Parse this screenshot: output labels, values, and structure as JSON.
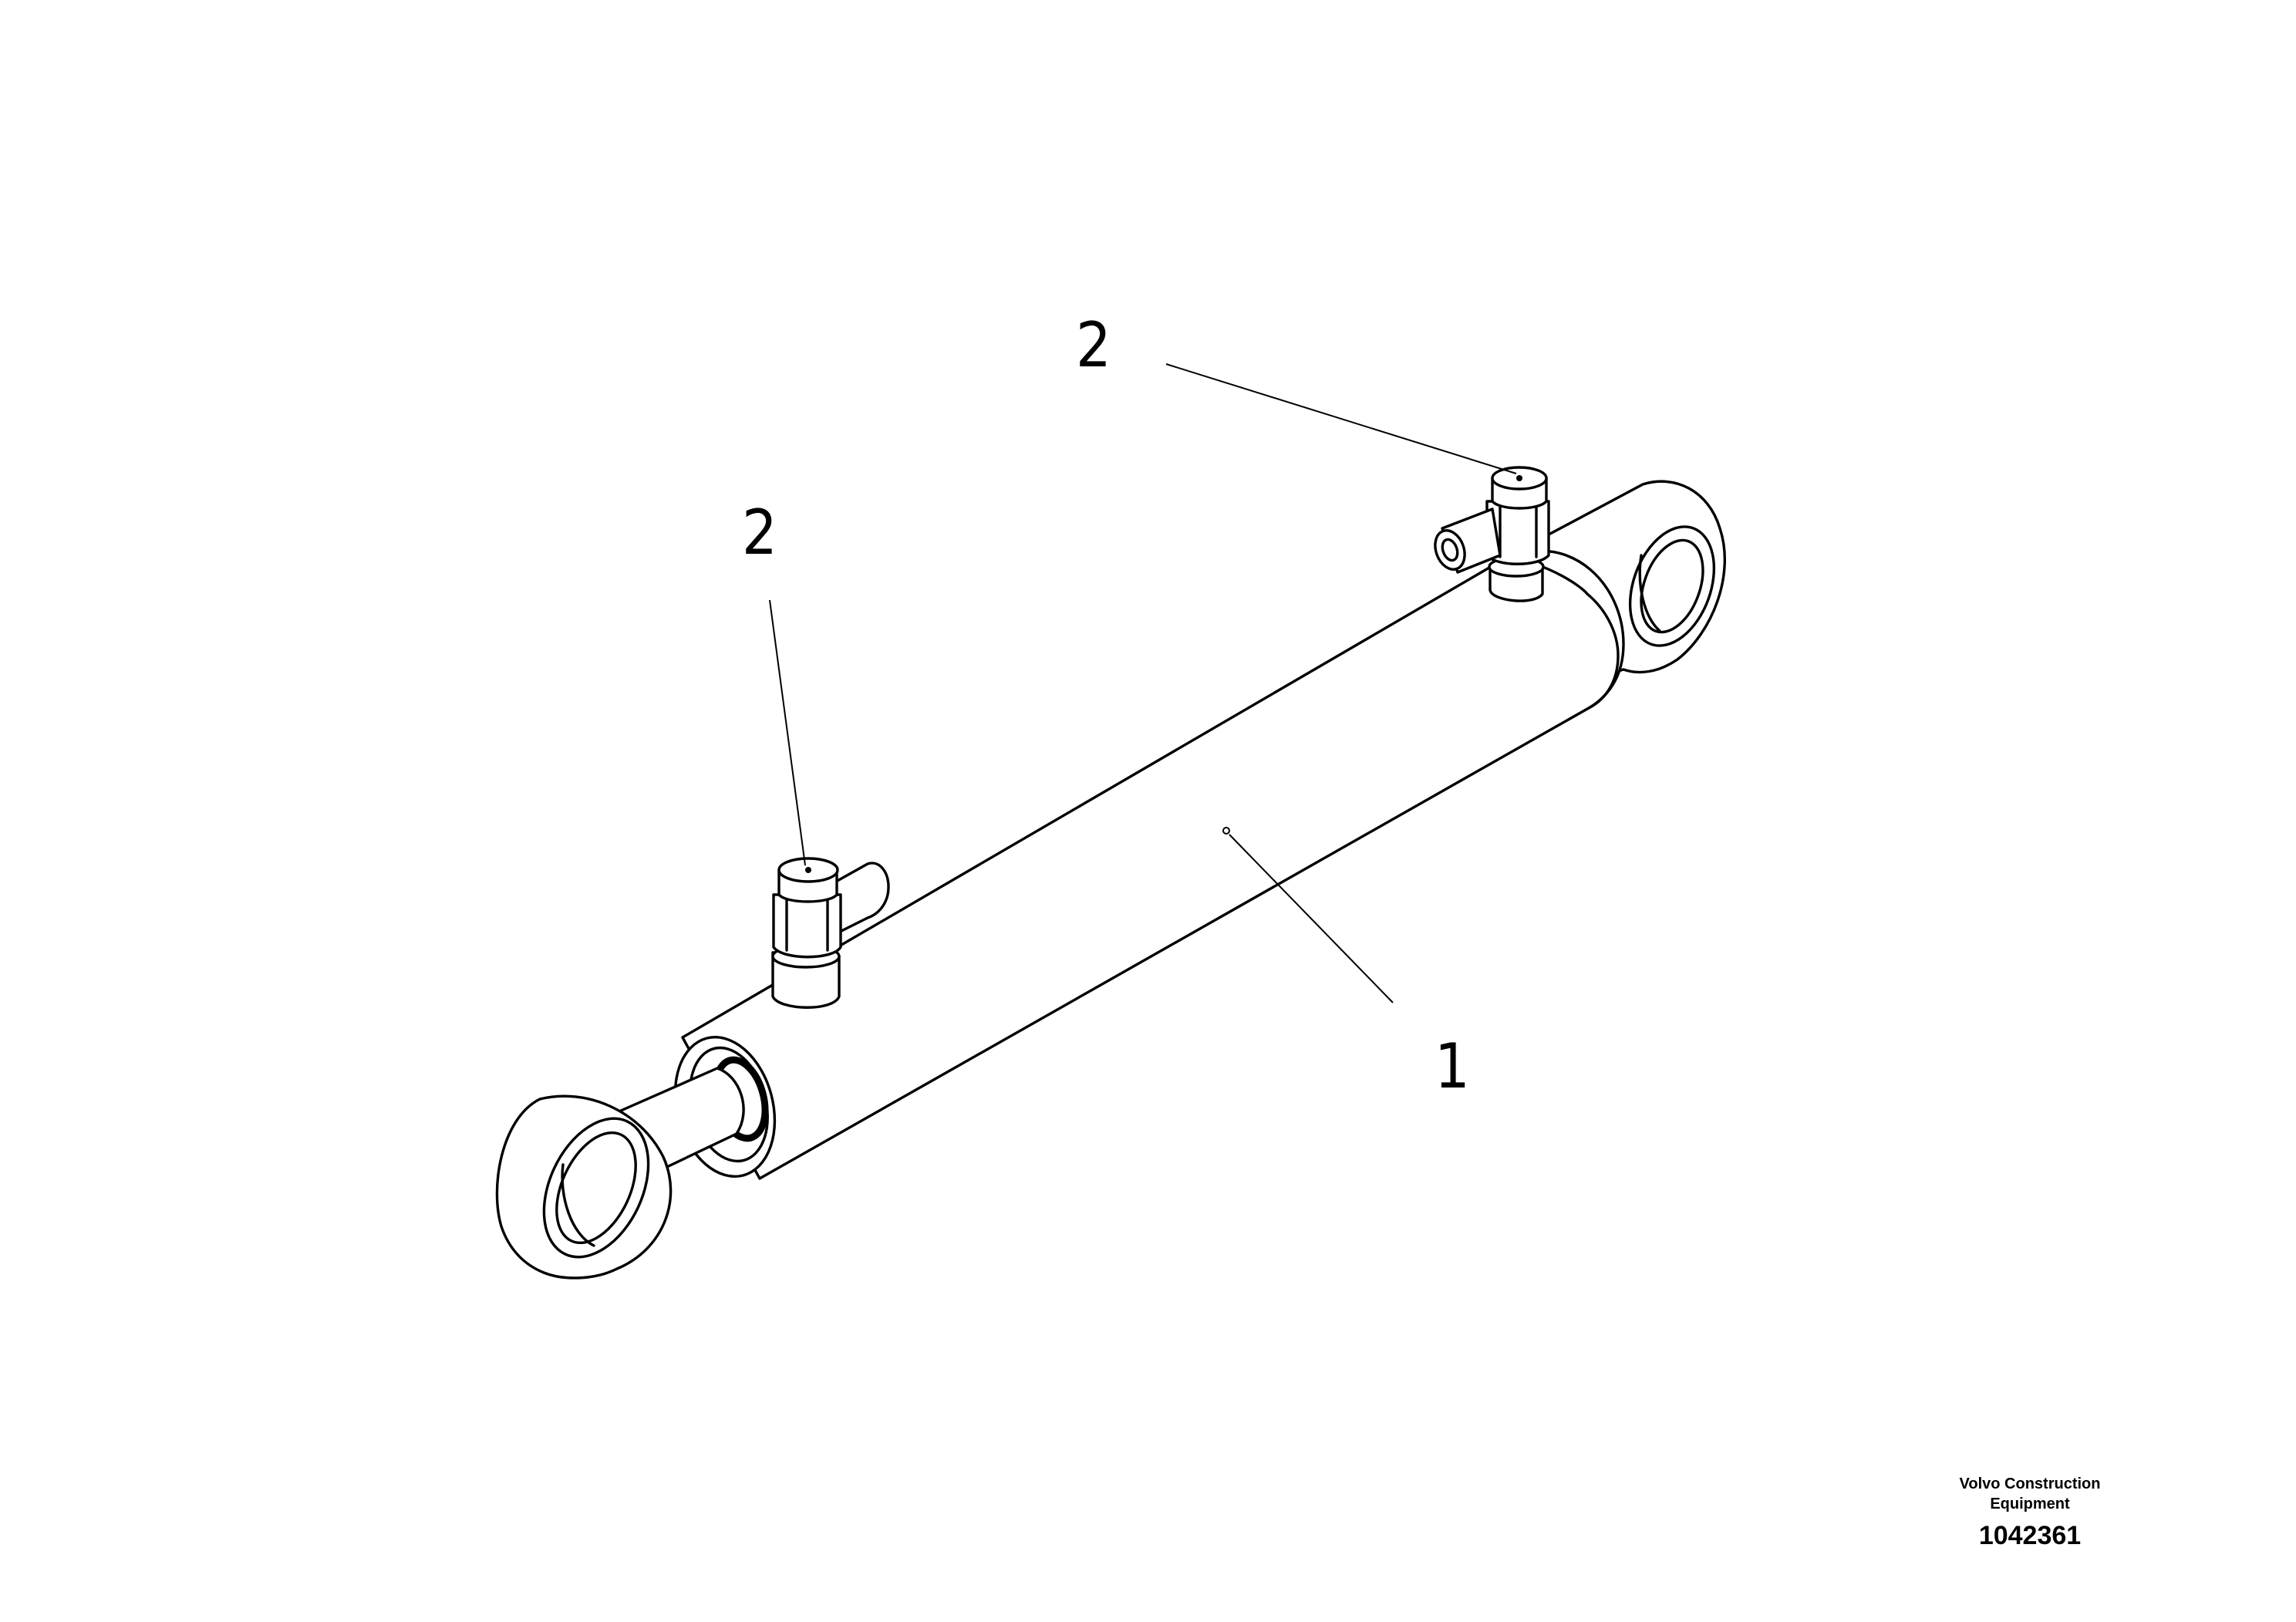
{
  "figure": {
    "callouts": [
      {
        "id": "cylinder",
        "label": "1"
      },
      {
        "id": "fitting_rear",
        "label": "2"
      },
      {
        "id": "fitting_front",
        "label": "2"
      }
    ],
    "footer": {
      "brand_line1": "Volvo Construction",
      "brand_line2": "Equipment",
      "drawing_number": "1042361"
    },
    "parts": {
      "1": "hydraulic-cylinder",
      "2": "hose-fitting"
    }
  }
}
